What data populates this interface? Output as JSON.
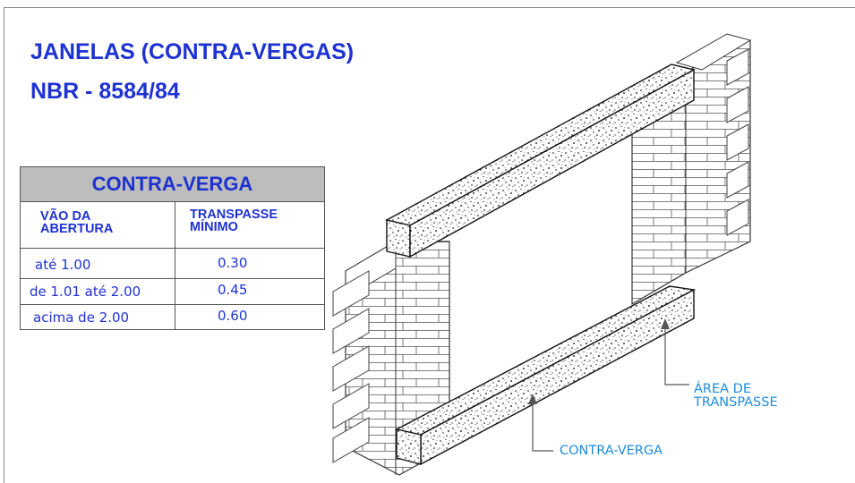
{
  "title": {
    "line1": "JANELAS (CONTRA-VERGAS)",
    "line2": "NBR - 8584/84"
  },
  "table": {
    "header": "CONTRA-VERGA",
    "col1": [
      "VÃO DA",
      "ABERTURA"
    ],
    "col2": [
      "TRANSPASSE",
      "MÍNIMO"
    ],
    "rows": [
      {
        "vao": "até 1.00",
        "min": "0.30"
      },
      {
        "vao": "de 1.01 até 2.00",
        "min": "0.45"
      },
      {
        "vao": "acima de 2.00",
        "min": "0.60"
      }
    ]
  },
  "callouts": {
    "area": [
      "ÁREA DE",
      "TRANSPASSE"
    ],
    "contraverga": "CONTRA-VERGA"
  },
  "colors": {
    "title": "#1e32d2",
    "callout": "#1e8cdc",
    "header_bg": "#bdbdbd"
  }
}
